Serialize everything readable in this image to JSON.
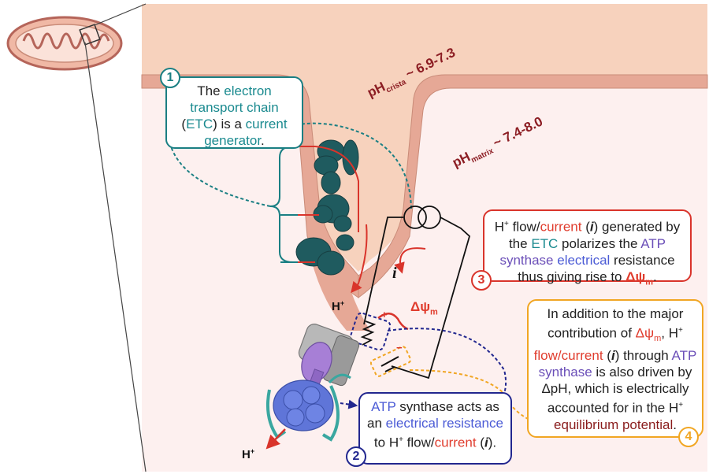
{
  "labels": {
    "ph_crista_prefix": "pH",
    "ph_crista_sub": "crista",
    "ph_crista_value": " ~ 6.9-7.3",
    "ph_matrix_prefix": "pH",
    "ph_matrix_sub": "matrix",
    "ph_matrix_value": " ~ 7.4-8.0",
    "hplus_upper": "H",
    "hplus_lower": "H",
    "plus_sign": "+",
    "current_i": "i",
    "delta_psi": "Δψ",
    "delta_psi_sub": "m",
    "minus_sign": "−",
    "plus_mark": "+"
  },
  "callouts": {
    "c1": {
      "number": "1",
      "p1": "The ",
      "p2": "electron transport chain",
      "p3": " (",
      "p4": "ETC",
      "p5": ") is a ",
      "p6": "current generator",
      "p7": "."
    },
    "c2": {
      "number": "2",
      "p1": "ATP",
      "p2": " synthase acts as an ",
      "p3": "electrical resistance",
      "p4": " to H",
      "p5": "+",
      "p6": " flow/",
      "p7": "current",
      "p8": " (",
      "p9": "i",
      "p10": ")."
    },
    "c3": {
      "number": "3",
      "p1": "H",
      "p2": "+",
      "p3": " flow/",
      "p4": "current",
      "p5": " (",
      "p6": "i",
      "p7": ") generated by the ",
      "p8": "ETC",
      "p9": " polarizes the ",
      "p10": "ATP synthase",
      "p11": " electrical",
      "p12": " resistance",
      "p13": " thus giving rise to ",
      "p14": "Δψ",
      "p15": "m",
      "p16": "."
    },
    "c4": {
      "number": "4",
      "p1": "In addition to the major contribution of ",
      "p2": "Δψ",
      "p3": "m",
      "p4": ", H",
      "p5": "+",
      "p6": " flow/",
      "p7": "current",
      "p8": " (",
      "p9": "i",
      "p10": ") through ",
      "p11": "ATP synthase",
      "p12": " is also driven by ΔpH, which is electrically accounted for in the H",
      "p13": "+",
      "p14": " equilibrium potential",
      "p15": "."
    }
  },
  "colors": {
    "crista_space": "#f7d2bd",
    "matrix": "#fdf0ef",
    "membrane": "#e6a896",
    "etc_complex": "#1f5b5f",
    "callout_1": "#1a7f83",
    "callout_2": "#22278f",
    "callout_3": "#d9342b",
    "callout_4": "#f1a623",
    "ph_text": "#8c1d23"
  },
  "icons": {
    "mitochondrion": "mitochondrion-icon",
    "etc": "electron-transport-chain-icon",
    "atp_synthase": "atp-synthase-icon",
    "current_source": "current-source-symbol",
    "resistor": "resistor-symbol",
    "battery": "battery-symbol"
  }
}
